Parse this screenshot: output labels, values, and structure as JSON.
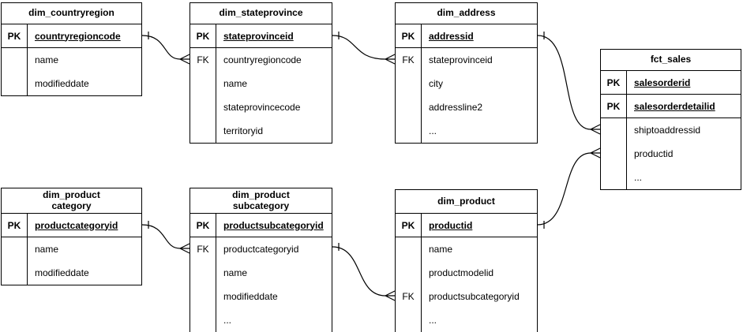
{
  "diagram": {
    "kind": "entity-relationship-diagram",
    "line_color": "#000000",
    "table_fill": "#ffffff",
    "tables": [
      {
        "title": "dim_countryregion",
        "rows": [
          {
            "key": "PK",
            "name": "countryregioncode"
          },
          {
            "key": "",
            "name": "name"
          },
          {
            "key": "",
            "name": "modifieddate"
          }
        ]
      },
      {
        "title": "dim_stateprovince",
        "rows": [
          {
            "key": "PK",
            "name": "stateprovinceid"
          },
          {
            "key": "FK",
            "name": "countryregioncode"
          },
          {
            "key": "",
            "name": "name"
          },
          {
            "key": "",
            "name": "stateprovincecode"
          },
          {
            "key": "",
            "name": "territoryid"
          }
        ]
      },
      {
        "title": "dim_address",
        "rows": [
          {
            "key": "PK",
            "name": "addressid"
          },
          {
            "key": "FK",
            "name": "stateprovinceid"
          },
          {
            "key": "",
            "name": "city"
          },
          {
            "key": "",
            "name": "addressline2"
          },
          {
            "key": "",
            "name": "..."
          }
        ]
      },
      {
        "title": "fct_sales",
        "rows": [
          {
            "key": "PK",
            "name": "salesorderid"
          },
          {
            "key": "PK",
            "name": "salesorderdetailid"
          },
          {
            "key": "",
            "name": "shiptoaddressid"
          },
          {
            "key": "",
            "name": "productid"
          },
          {
            "key": "",
            "name": "..."
          }
        ]
      },
      {
        "title": "dim_product\ncategory",
        "rows": [
          {
            "key": "PK",
            "name": "productcategoryid"
          },
          {
            "key": "",
            "name": "name"
          },
          {
            "key": "",
            "name": "modifieddate"
          }
        ]
      },
      {
        "title": "dim_product\nsubcategory",
        "rows": [
          {
            "key": "PK",
            "name": "productsubcategoryid"
          },
          {
            "key": "FK",
            "name": "productcategoryid"
          },
          {
            "key": "",
            "name": "name"
          },
          {
            "key": "",
            "name": "modifieddate"
          },
          {
            "key": "",
            "name": "..."
          }
        ]
      },
      {
        "title": "dim_product",
        "rows": [
          {
            "key": "PK",
            "name": "productid"
          },
          {
            "key": "",
            "name": "name"
          },
          {
            "key": "",
            "name": "productmodelid"
          },
          {
            "key": "FK",
            "name": "productsubcategoryid"
          },
          {
            "key": "",
            "name": "..."
          }
        ]
      }
    ],
    "relationships": [
      {
        "from_table": "dim_countryregion",
        "from_column": "countryregioncode",
        "to_table": "dim_stateprovince",
        "to_column": "countryregioncode",
        "cardinality": "one-to-many"
      },
      {
        "from_table": "dim_stateprovince",
        "from_column": "stateprovinceid",
        "to_table": "dim_address",
        "to_column": "stateprovinceid",
        "cardinality": "one-to-many"
      },
      {
        "from_table": "dim_address",
        "from_column": "addressid",
        "to_table": "fct_sales",
        "to_column": "shiptoaddressid",
        "cardinality": "one-to-many"
      },
      {
        "from_table": "dim_product",
        "from_column": "productid",
        "to_table": "fct_sales",
        "to_column": "productid",
        "cardinality": "one-to-many"
      },
      {
        "from_table": "dim_productcategory",
        "from_column": "productcategoryid",
        "to_table": "dim_productsubcategory",
        "to_column": "productcategoryid",
        "cardinality": "one-to-many"
      },
      {
        "from_table": "dim_productsubcategory",
        "from_column": "productsubcategoryid",
        "to_table": "dim_product",
        "to_column": "productsubcategoryid",
        "cardinality": "one-to-many"
      }
    ]
  }
}
